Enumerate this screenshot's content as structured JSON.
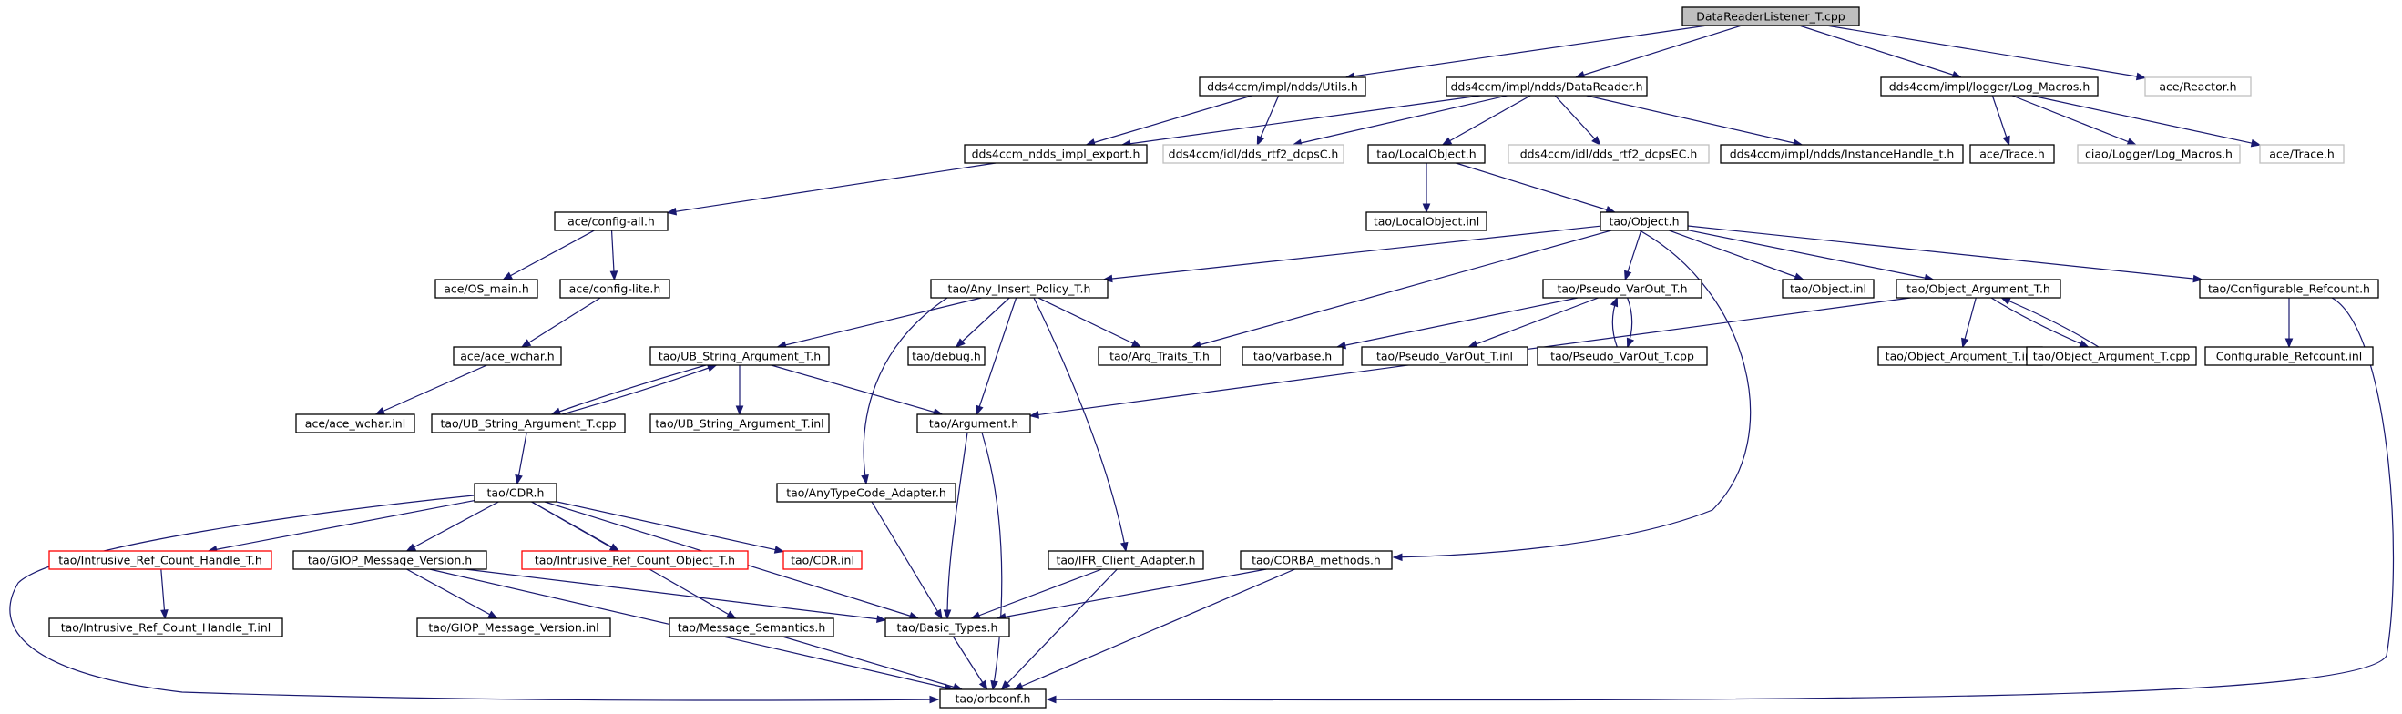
{
  "colors": {
    "edge": "#191970",
    "border_normal": "#000000",
    "border_missing": "#bfbfbf",
    "border_truncated": "#ff0000",
    "fill_root": "#bfbfbf",
    "fill_default": "#ffffff"
  },
  "nodes": [
    {
      "id": "n_root",
      "label": "DataReaderListener_T.cpp",
      "status": "root"
    },
    {
      "id": "n_utils",
      "label": "dds4ccm/impl/ndds/Utils.h",
      "status": "normal"
    },
    {
      "id": "n_datareader",
      "label": "dds4ccm/impl/ndds/DataReader.h",
      "status": "normal"
    },
    {
      "id": "n_logmacros",
      "label": "dds4ccm/impl/logger/Log_Macros.h",
      "status": "normal"
    },
    {
      "id": "n_reactor",
      "label": "ace/Reactor.h",
      "status": "missing"
    },
    {
      "id": "n_export",
      "label": "dds4ccm_ndds_impl_export.h",
      "status": "normal"
    },
    {
      "id": "n_dcpsC",
      "label": "dds4ccm/idl/dds_rtf2_dcpsC.h",
      "status": "missing"
    },
    {
      "id": "n_localobject",
      "label": "tao/LocalObject.h",
      "status": "normal"
    },
    {
      "id": "n_dcpsEC",
      "label": "dds4ccm/idl/dds_rtf2_dcpsEC.h",
      "status": "missing"
    },
    {
      "id": "n_instancehandle",
      "label": "dds4ccm/impl/ndds/InstanceHandle_t.h",
      "status": "normal"
    },
    {
      "id": "n_acetrace1",
      "label": "ace/Trace.h",
      "status": "normal"
    },
    {
      "id": "n_ciaolog",
      "label": "ciao/Logger/Log_Macros.h",
      "status": "missing"
    },
    {
      "id": "n_acetrace2",
      "label": "ace/Trace.h",
      "status": "missing"
    },
    {
      "id": "n_configall",
      "label": "ace/config-all.h",
      "status": "normal"
    },
    {
      "id": "n_localobjinl",
      "label": "tao/LocalObject.inl",
      "status": "normal"
    },
    {
      "id": "n_object",
      "label": "tao/Object.h",
      "status": "normal"
    },
    {
      "id": "n_osmain",
      "label": "ace/OS_main.h",
      "status": "normal"
    },
    {
      "id": "n_configlite",
      "label": "ace/config-lite.h",
      "status": "normal"
    },
    {
      "id": "n_anyinsert",
      "label": "tao/Any_Insert_Policy_T.h",
      "status": "normal"
    },
    {
      "id": "n_pseudovarout",
      "label": "tao/Pseudo_VarOut_T.h",
      "status": "normal"
    },
    {
      "id": "n_objectinl",
      "label": "tao/Object.inl",
      "status": "normal"
    },
    {
      "id": "n_objarg",
      "label": "tao/Object_Argument_T.h",
      "status": "normal"
    },
    {
      "id": "n_configrc",
      "label": "tao/Configurable_Refcount.h",
      "status": "normal"
    },
    {
      "id": "n_acewchar",
      "label": "ace/ace_wchar.h",
      "status": "normal"
    },
    {
      "id": "n_ubstring",
      "label": "tao/UB_String_Argument_T.h",
      "status": "normal"
    },
    {
      "id": "n_debug",
      "label": "tao/debug.h",
      "status": "normal"
    },
    {
      "id": "n_argtraits",
      "label": "tao/Arg_Traits_T.h",
      "status": "normal"
    },
    {
      "id": "n_varbase",
      "label": "tao/varbase.h",
      "status": "normal"
    },
    {
      "id": "n_pseudoinl",
      "label": "tao/Pseudo_VarOut_T.inl",
      "status": "normal"
    },
    {
      "id": "n_pseudocpp",
      "label": "tao/Pseudo_VarOut_T.cpp",
      "status": "normal"
    },
    {
      "id": "n_objarginl",
      "label": "tao/Object_Argument_T.inl",
      "status": "normal"
    },
    {
      "id": "n_objargcpp",
      "label": "tao/Object_Argument_T.cpp",
      "status": "normal"
    },
    {
      "id": "n_configrcinl",
      "label": "Configurable_Refcount.inl",
      "status": "normal"
    },
    {
      "id": "n_acewcharinl",
      "label": "ace/ace_wchar.inl",
      "status": "normal"
    },
    {
      "id": "n_ubstringcpp",
      "label": "tao/UB_String_Argument_T.cpp",
      "status": "normal"
    },
    {
      "id": "n_ubstringinl",
      "label": "tao/UB_String_Argument_T.inl",
      "status": "normal"
    },
    {
      "id": "n_argument",
      "label": "tao/Argument.h",
      "status": "normal"
    },
    {
      "id": "n_cdr",
      "label": "tao/CDR.h",
      "status": "normal"
    },
    {
      "id": "n_anytc",
      "label": "tao/AnyTypeCode_Adapter.h",
      "status": "normal"
    },
    {
      "id": "n_irhandle",
      "label": "tao/Intrusive_Ref_Count_Handle_T.h",
      "status": "truncated"
    },
    {
      "id": "n_giopver",
      "label": "tao/GIOP_Message_Version.h",
      "status": "normal"
    },
    {
      "id": "n_irobject",
      "label": "tao/Intrusive_Ref_Count_Object_T.h",
      "status": "truncated"
    },
    {
      "id": "n_cdrinl",
      "label": "tao/CDR.inl",
      "status": "truncated"
    },
    {
      "id": "n_ifr",
      "label": "tao/IFR_Client_Adapter.h",
      "status": "normal"
    },
    {
      "id": "n_corbamethods",
      "label": "tao/CORBA_methods.h",
      "status": "normal"
    },
    {
      "id": "n_irhandleinl",
      "label": "tao/Intrusive_Ref_Count_Handle_T.inl",
      "status": "normal"
    },
    {
      "id": "n_giopverinl",
      "label": "tao/GIOP_Message_Version.inl",
      "status": "normal"
    },
    {
      "id": "n_msgsem",
      "label": "tao/Message_Semantics.h",
      "status": "normal"
    },
    {
      "id": "n_basictypes",
      "label": "tao/Basic_Types.h",
      "status": "normal"
    },
    {
      "id": "n_orbconf",
      "label": "tao/orbconf.h",
      "status": "normal"
    }
  ],
  "edges": [
    [
      "n_root",
      "n_utils"
    ],
    [
      "n_root",
      "n_datareader"
    ],
    [
      "n_root",
      "n_logmacros"
    ],
    [
      "n_root",
      "n_reactor"
    ],
    [
      "n_utils",
      "n_export"
    ],
    [
      "n_utils",
      "n_dcpsC"
    ],
    [
      "n_datareader",
      "n_export"
    ],
    [
      "n_datareader",
      "n_dcpsC"
    ],
    [
      "n_datareader",
      "n_localobject"
    ],
    [
      "n_datareader",
      "n_dcpsEC"
    ],
    [
      "n_datareader",
      "n_instancehandle"
    ],
    [
      "n_logmacros",
      "n_acetrace1"
    ],
    [
      "n_logmacros",
      "n_ciaolog"
    ],
    [
      "n_logmacros",
      "n_acetrace2"
    ],
    [
      "n_export",
      "n_configall"
    ],
    [
      "n_localobject",
      "n_localobjinl"
    ],
    [
      "n_localobject",
      "n_object"
    ],
    [
      "n_configall",
      "n_osmain"
    ],
    [
      "n_configall",
      "n_configlite"
    ],
    [
      "n_configlite",
      "n_acewchar"
    ],
    [
      "n_acewchar",
      "n_acewcharinl"
    ],
    [
      "n_object",
      "n_anyinsert"
    ],
    [
      "n_object",
      "n_argtraits"
    ],
    [
      "n_object",
      "n_pseudovarout"
    ],
    [
      "n_object",
      "n_objectinl"
    ],
    [
      "n_object",
      "n_objarg"
    ],
    [
      "n_object",
      "n_configrc"
    ],
    [
      "n_object",
      "n_corbamethods"
    ],
    [
      "n_anyinsert",
      "n_ubstring"
    ],
    [
      "n_anyinsert",
      "n_debug"
    ],
    [
      "n_anyinsert",
      "n_argtraits"
    ],
    [
      "n_anyinsert",
      "n_argument"
    ],
    [
      "n_anyinsert",
      "n_anytc"
    ],
    [
      "n_anyinsert",
      "n_ifr"
    ],
    [
      "n_pseudovarout",
      "n_varbase"
    ],
    [
      "n_pseudovarout",
      "n_pseudoinl"
    ],
    [
      "n_pseudovarout",
      "n_pseudocpp"
    ],
    [
      "n_pseudocpp",
      "n_pseudovarout"
    ],
    [
      "n_objarg",
      "n_argument"
    ],
    [
      "n_objarg",
      "n_objarginl"
    ],
    [
      "n_objarg",
      "n_objargcpp"
    ],
    [
      "n_objargcpp",
      "n_objarg"
    ],
    [
      "n_configrc",
      "n_configrcinl"
    ],
    [
      "n_configrc",
      "n_orbconf"
    ],
    [
      "n_ubstring",
      "n_ubstringcpp"
    ],
    [
      "n_ubstring",
      "n_ubstringinl"
    ],
    [
      "n_ubstring",
      "n_argument"
    ],
    [
      "n_ubstringcpp",
      "n_ubstring"
    ],
    [
      "n_ubstringcpp",
      "n_cdr"
    ],
    [
      "n_argument",
      "n_basictypes"
    ],
    [
      "n_argument",
      "n_orbconf"
    ],
    [
      "n_cdr",
      "n_irhandle"
    ],
    [
      "n_cdr",
      "n_giopver"
    ],
    [
      "n_cdr",
      "n_irobject"
    ],
    [
      "n_cdr",
      "n_cdrinl"
    ],
    [
      "n_cdr",
      "n_msgsem"
    ],
    [
      "n_cdr",
      "n_basictypes"
    ],
    [
      "n_cdr",
      "n_orbconf"
    ],
    [
      "n_irhandle",
      "n_irhandleinl"
    ],
    [
      "n_giopver",
      "n_giopverinl"
    ],
    [
      "n_giopver",
      "n_basictypes"
    ],
    [
      "n_giopver",
      "n_orbconf"
    ],
    [
      "n_anytc",
      "n_basictypes"
    ],
    [
      "n_ifr",
      "n_basictypes"
    ],
    [
      "n_ifr",
      "n_orbconf"
    ],
    [
      "n_corbamethods",
      "n_basictypes"
    ],
    [
      "n_corbamethods",
      "n_orbconf"
    ],
    [
      "n_msgsem",
      "n_orbconf"
    ],
    [
      "n_basictypes",
      "n_orbconf"
    ]
  ]
}
